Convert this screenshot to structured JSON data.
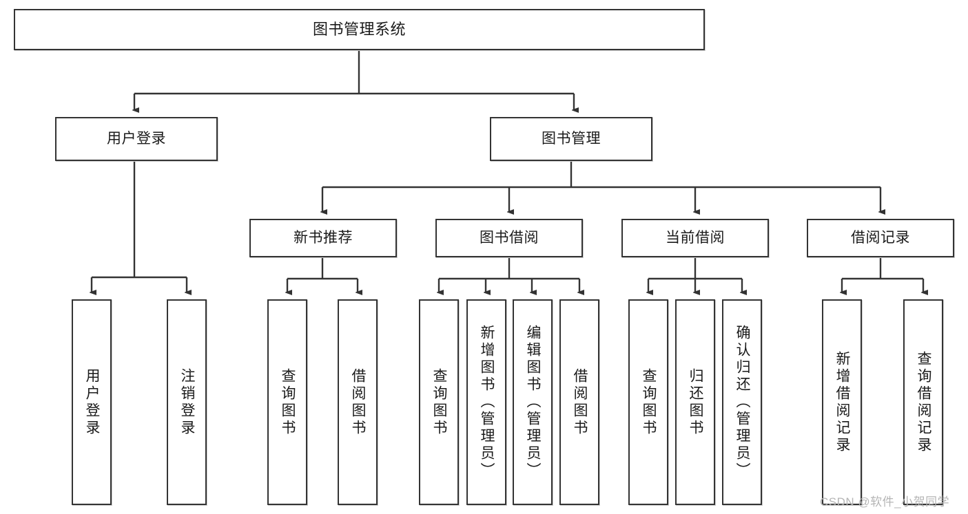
{
  "diagram": {
    "title": "图书管理系统",
    "type": "tree-hierarchy-diagram",
    "colors": {
      "box_border": "#333333",
      "box_fill": "#ffffff",
      "edge": "#333333",
      "text": "#1a1a1a",
      "watermark": "#b5b5b5",
      "background": "#ffffff"
    },
    "root": {
      "label": "图书管理系统"
    },
    "level2": [
      {
        "label": "用户登录"
      },
      {
        "label": "图书管理"
      }
    ],
    "level3": [
      {
        "label": "新书推荐"
      },
      {
        "label": "图书借阅"
      },
      {
        "label": "当前借阅"
      },
      {
        "label": "借阅记录"
      }
    ],
    "leaves": {
      "user_login": [
        {
          "label": "用户登录"
        },
        {
          "label": "注销登录"
        }
      ],
      "new_book_recommend": [
        {
          "label": "查询图书"
        },
        {
          "label": "借阅图书"
        }
      ],
      "book_borrow": [
        {
          "label": "查询图书"
        },
        {
          "label": "新增图书（管理员）"
        },
        {
          "label": "编辑图书（管理员）"
        },
        {
          "label": "借阅图书"
        }
      ],
      "current_borrow": [
        {
          "label": "查询图书"
        },
        {
          "label": "归还图书"
        },
        {
          "label": "确认归还（管理员）"
        }
      ],
      "borrow_record": [
        {
          "label": "新增借阅记录"
        },
        {
          "label": "查询借阅记录"
        }
      ]
    }
  },
  "watermark": {
    "text": "CSDN @软件_小贺同学"
  }
}
